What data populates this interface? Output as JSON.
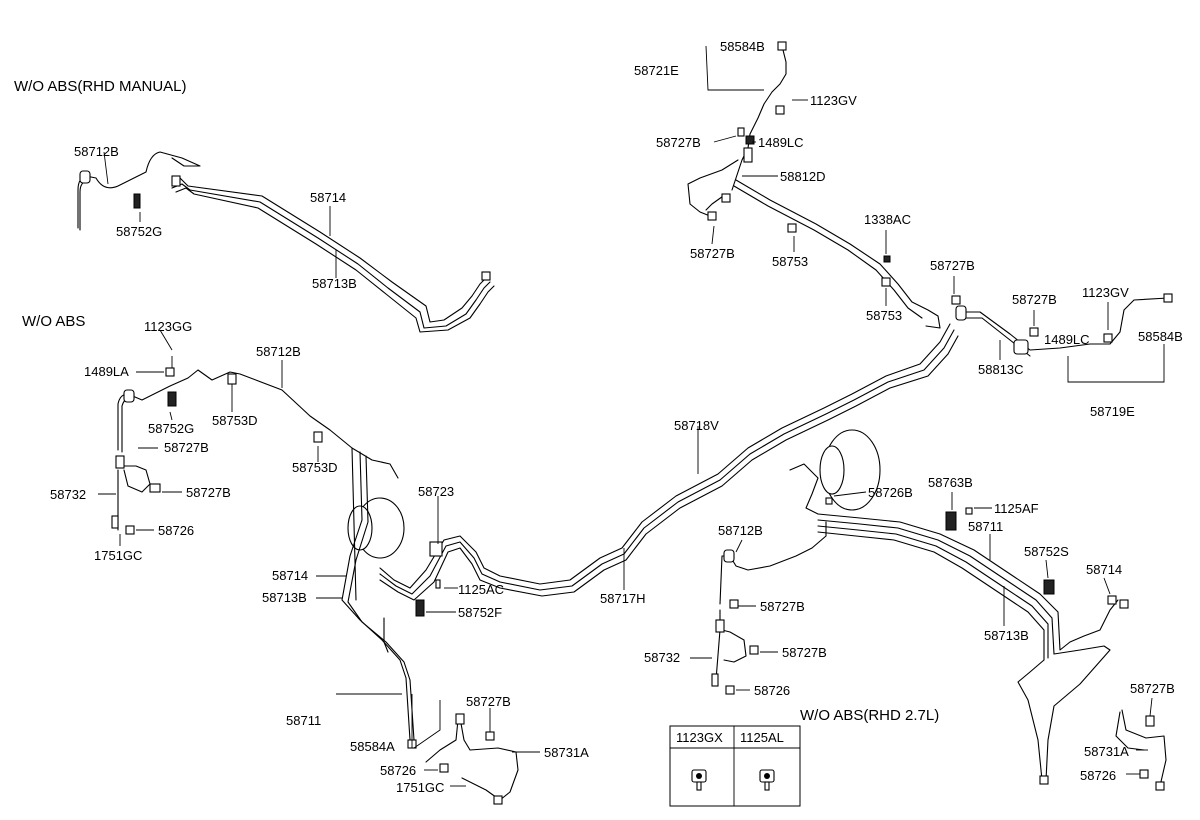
{
  "sections": {
    "rhd_manual": "W/O ABS(RHD MANUAL)",
    "wo_abs": "W/O ABS",
    "rhd_27l": "W/O ABS(RHD 2.7L)"
  },
  "labels": {
    "p58712B_a": "58712B",
    "p58752G_a": "58752G",
    "p58714_a": "58714",
    "p58713B_a": "58713B",
    "p1123GG": "1123GG",
    "p1489LA": "1489LA",
    "p58712B_b": "58712B",
    "p58752G_b": "58752G",
    "p58753D_a": "58753D",
    "p58727B_a": "58727B",
    "p58753D_b": "58753D",
    "p58732_a": "58732",
    "p58727B_b": "58727B",
    "p58726_a": "58726",
    "p1751GC_a": "1751GC",
    "p58723": "58723",
    "p58714_b": "58714",
    "p1125AC": "1125AC",
    "p58713B_b": "58713B",
    "p58752F": "58752F",
    "p58717H": "58717H",
    "p58718V": "58718V",
    "p58711_a": "58711",
    "p58584A": "58584A",
    "p58727B_c": "58727B",
    "p58731A_a": "58731A",
    "p58726_b": "58726",
    "p1751GC_b": "1751GC",
    "p58584B_a": "58584B",
    "p58721E": "58721E",
    "p1123GV_a": "1123GV",
    "p58727B_d": "58727B",
    "p1489LC_a": "1489LC",
    "p58812D": "58812D",
    "p58727B_e": "58727B",
    "p58753_a": "58753",
    "p1338AC": "1338AC",
    "p58727B_f": "58727B",
    "p58753_b": "58753",
    "p58727B_g": "58727B",
    "p1123GV_b": "1123GV",
    "p1489LC_b": "1489LC",
    "p58584B_b": "58584B",
    "p58813C": "58813C",
    "p58719E": "58719E",
    "p58726B": "58726B",
    "p58763B": "58763B",
    "p1125AF": "1125AF",
    "p58711_b": "58711",
    "p58752S": "58752S",
    "p58714_c": "58714",
    "p58712B_c": "58712B",
    "p58727B_h": "58727B",
    "p58732_b": "58732",
    "p58727B_i": "58727B",
    "p58726_c": "58726",
    "p58713B_c": "58713B",
    "p58727B_j": "58727B",
    "p58731A_b": "58731A",
    "p58726_d": "58726"
  },
  "table": {
    "col1": "1123GX",
    "col2": "1125AL"
  }
}
